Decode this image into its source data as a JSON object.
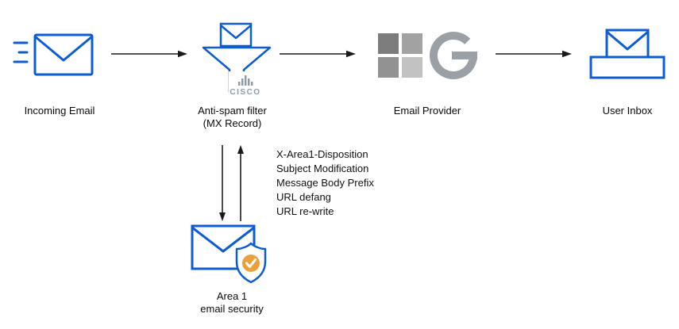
{
  "nodes": {
    "incoming": {
      "label": "Incoming Email",
      "icon": "speeding-envelope-icon"
    },
    "antispam": {
      "label": "Anti-spam filter",
      "sublabel": "(MX Record)",
      "logo_text": "CISCO",
      "icon": "envelope-funnel-icon"
    },
    "provider": {
      "label": "Email Provider",
      "icons": [
        "microsoft-logo-icon",
        "google-logo-icon"
      ]
    },
    "inbox": {
      "label": "User Inbox",
      "icon": "inbox-tray-envelope-icon"
    },
    "area1": {
      "label": "Area 1",
      "sublabel": "email security",
      "icon": "envelope-shield-check-icon"
    }
  },
  "annotations": [
    "X-Area1-Disposition",
    "Subject Modification",
    "Message Body Prefix",
    "URL defang",
    "URL re-write"
  ],
  "colors": {
    "envelope_blue": "#0d5dd0",
    "arrow_black": "#1a1a1a",
    "logo_gray": "#9aa0a6",
    "cisco_gray": "#8f9aa3",
    "shield_check_orange": "#e9a23b"
  }
}
